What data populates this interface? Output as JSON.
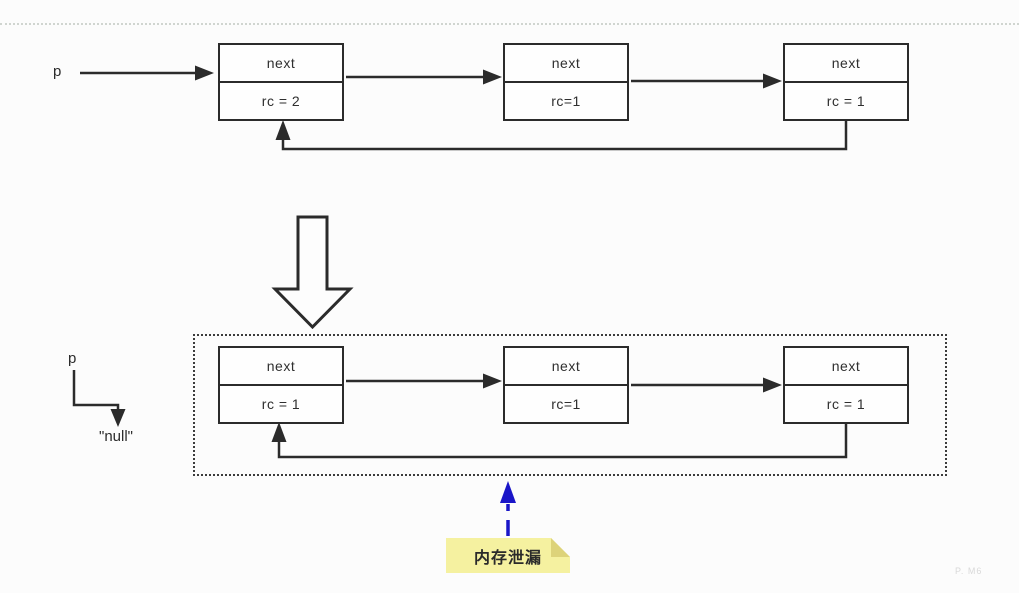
{
  "diagram": {
    "title_semantic": "reference-counted circular linked list memory leak",
    "top_state": {
      "pointer_label": "p",
      "nodes": [
        {
          "field": "next",
          "rc": "rc = 2"
        },
        {
          "field": "next",
          "rc": "rc=1"
        },
        {
          "field": "next",
          "rc": "rc = 1"
        }
      ]
    },
    "bottom_state": {
      "pointer_label": "p",
      "null_label": "\"null\"",
      "nodes": [
        {
          "field": "next",
          "rc": "rc = 1"
        },
        {
          "field": "next",
          "rc": "rc=1"
        },
        {
          "field": "next",
          "rc": "rc = 1"
        }
      ]
    },
    "note": {
      "text": "内存泄漏"
    },
    "watermark": "P. M6",
    "colors": {
      "line": "#2b2b2b",
      "note_bg": "#f5f1a0",
      "note_fold": "#ddd37a",
      "blue_arrow": "#1a16c8",
      "background": "#fcfcfc"
    }
  }
}
